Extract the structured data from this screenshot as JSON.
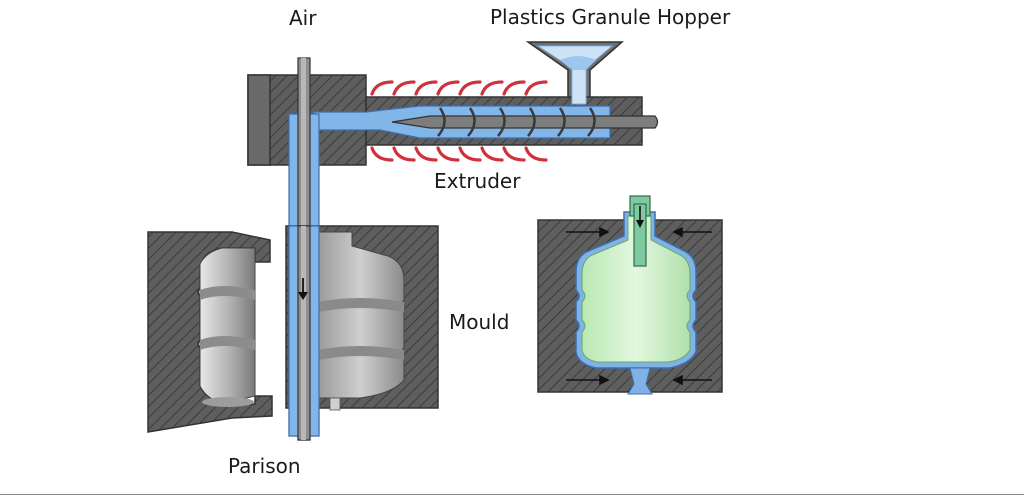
{
  "labels": {
    "air": "Air",
    "hopper": "Plastics Granule Hopper",
    "extruder": "Extruder",
    "mould": "Mould",
    "parison": "Parison"
  },
  "colors": {
    "mould_dark": "#5b5b5b",
    "mould_hatch": "#3c3c3c",
    "cavity_gray": "#bdbdbd",
    "plastic_blue": "#7fb3e6",
    "plastic_blue_dark": "#3d6fae",
    "heater_red": "#d0313a",
    "product_green": "#c9f0c4",
    "blow_pin_green": "#7fc9a1"
  }
}
